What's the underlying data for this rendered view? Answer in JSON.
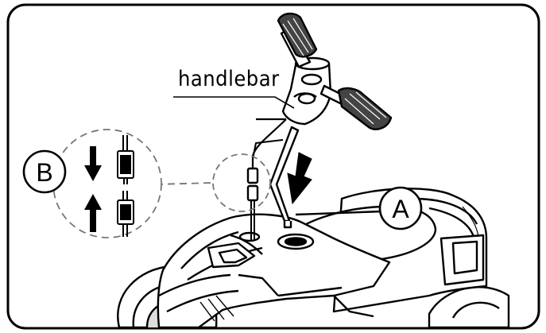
{
  "labels": {
    "handlebar": "handlebar",
    "callout_a": "A",
    "callout_b": "B"
  },
  "icons": [
    "arrow-down-icon",
    "arrow-up-icon",
    "arrow-down-icon"
  ],
  "colors": {
    "line": "#000000",
    "background": "#ffffff",
    "detail_fill": "#e6e6e6"
  }
}
